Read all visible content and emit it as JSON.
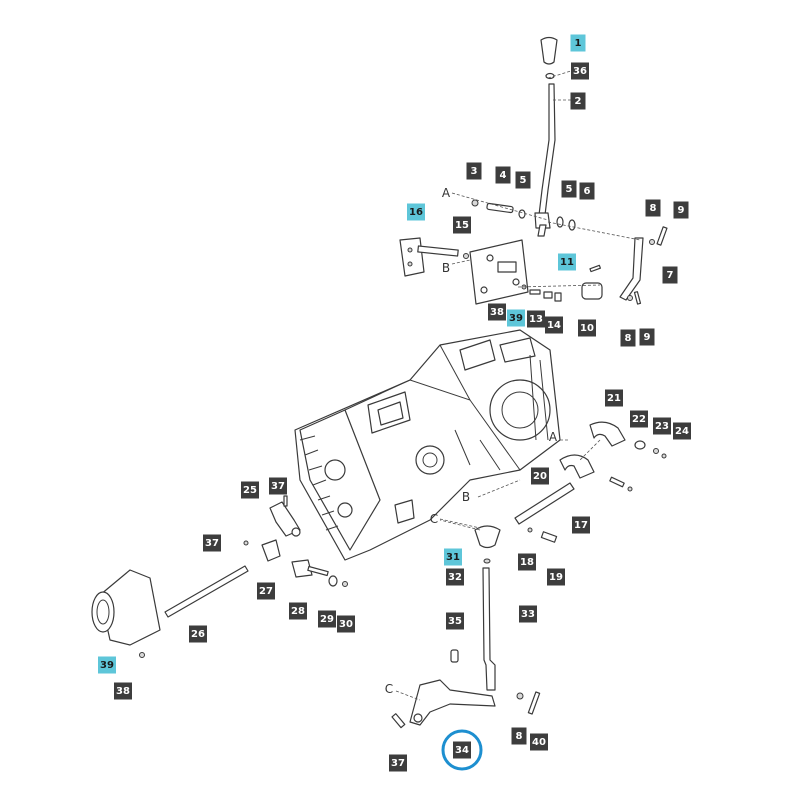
{
  "colors": {
    "tag_dark": "#3d3d3d",
    "tag_highlight": "#5ec6d9",
    "tag_text_dark": "#ffffff",
    "tag_text_highlight": "#1a1a1a",
    "circle": "#1d8fd0"
  },
  "callouts": [
    {
      "label": "1",
      "style": "highlight"
    },
    {
      "label": "36",
      "style": "dark"
    },
    {
      "label": "2",
      "style": "dark"
    },
    {
      "label": "3",
      "style": "dark"
    },
    {
      "label": "4",
      "style": "dark"
    },
    {
      "label": "5",
      "style": "dark"
    },
    {
      "label": "5",
      "style": "dark"
    },
    {
      "label": "6",
      "style": "dark"
    },
    {
      "label": "16",
      "style": "highlight"
    },
    {
      "label": "15",
      "style": "dark"
    },
    {
      "label": "8",
      "style": "dark"
    },
    {
      "label": "9",
      "style": "dark"
    },
    {
      "label": "11",
      "style": "highlight"
    },
    {
      "label": "7",
      "style": "dark"
    },
    {
      "label": "38",
      "style": "dark"
    },
    {
      "label": "39",
      "style": "highlight"
    },
    {
      "label": "13",
      "style": "dark"
    },
    {
      "label": "14",
      "style": "dark"
    },
    {
      "label": "10",
      "style": "dark"
    },
    {
      "label": "8",
      "style": "dark"
    },
    {
      "label": "9",
      "style": "dark"
    },
    {
      "label": "21",
      "style": "dark"
    },
    {
      "label": "22",
      "style": "dark"
    },
    {
      "label": "23",
      "style": "dark"
    },
    {
      "label": "24",
      "style": "dark"
    },
    {
      "label": "20",
      "style": "dark"
    },
    {
      "label": "17",
      "style": "dark"
    },
    {
      "label": "25",
      "style": "dark"
    },
    {
      "label": "37",
      "style": "dark"
    },
    {
      "label": "37",
      "style": "dark"
    },
    {
      "label": "27",
      "style": "dark"
    },
    {
      "label": "18",
      "style": "dark"
    },
    {
      "label": "19",
      "style": "dark"
    },
    {
      "label": "31",
      "style": "highlight"
    },
    {
      "label": "32",
      "style": "dark"
    },
    {
      "label": "28",
      "style": "dark"
    },
    {
      "label": "29",
      "style": "dark"
    },
    {
      "label": "30",
      "style": "dark"
    },
    {
      "label": "26",
      "style": "dark"
    },
    {
      "label": "33",
      "style": "dark"
    },
    {
      "label": "35",
      "style": "dark"
    },
    {
      "label": "39",
      "style": "highlight"
    },
    {
      "label": "38",
      "style": "dark"
    },
    {
      "label": "8",
      "style": "dark"
    },
    {
      "label": "40",
      "style": "dark"
    },
    {
      "label": "34",
      "style": "dark",
      "circled": true
    },
    {
      "label": "37",
      "style": "dark"
    }
  ],
  "refs": [
    "A",
    "B",
    "A",
    "B",
    "C",
    "C"
  ]
}
